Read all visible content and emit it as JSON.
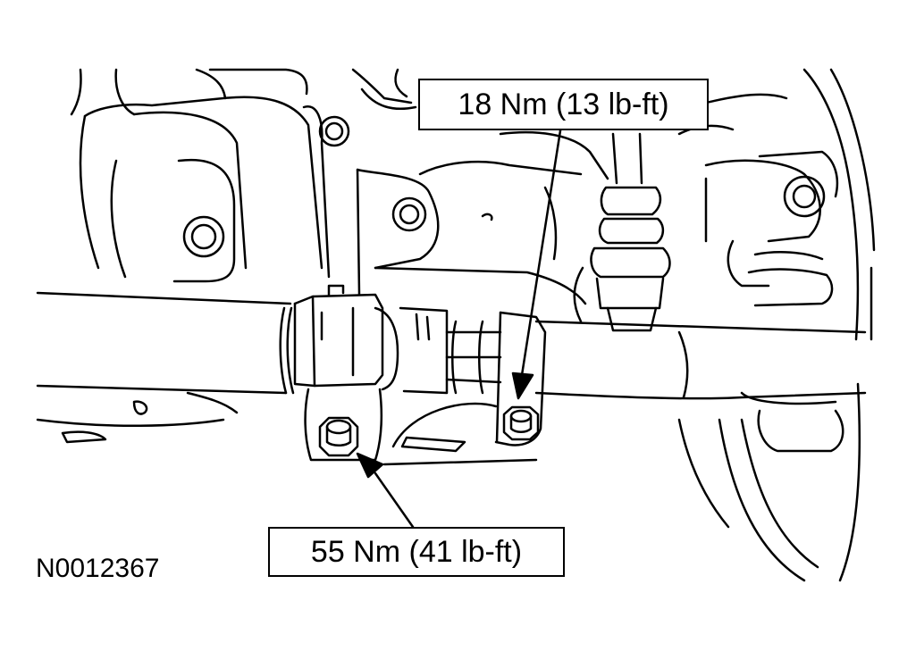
{
  "diagram": {
    "line_color": "#000000",
    "background_color": "#ffffff",
    "callouts": {
      "upper_bolt_torque": "18 Nm (13 lb-ft)",
      "lower_bolt_torque": "55 Nm (41 lb-ft)"
    },
    "figure_id": "N0012367"
  }
}
